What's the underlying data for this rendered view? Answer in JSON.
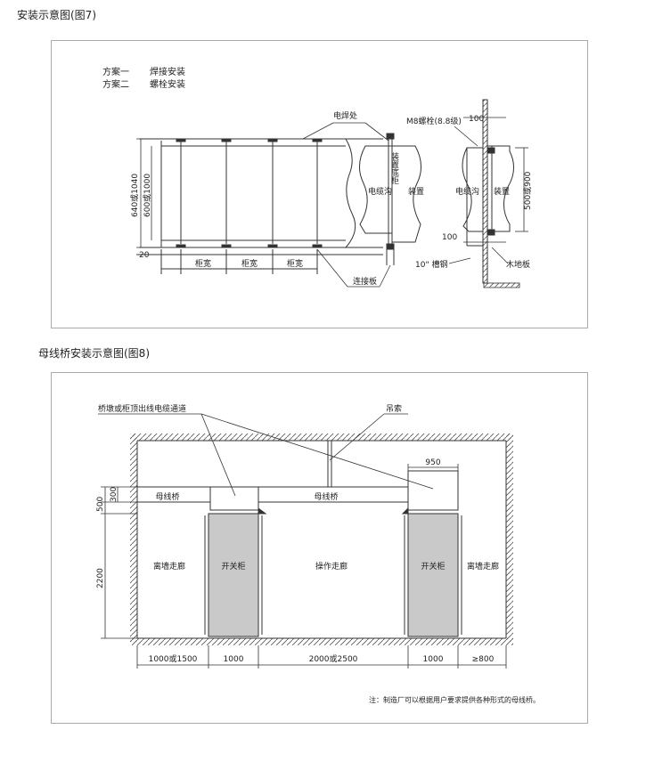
{
  "fig7": {
    "title": "安装示意图(图7)",
    "scheme1_label": "方案一",
    "scheme1_value": "焊接安装",
    "scheme2_label": "方案二",
    "scheme2_value": "螺栓安装",
    "weld_label": "电焊处",
    "bolt_label": "M8螺栓(8.8级)",
    "dim_100_top": "100",
    "dim_100_bottom": "100",
    "dim_height_outer": "640或1040",
    "dim_height_inner": "600或1000",
    "dim_20": "20",
    "cabinet_widths": [
      "柜宽",
      "柜宽",
      "柜宽"
    ],
    "connector_label": "连接板",
    "channel_steel_label": "10\" 槽钢",
    "trench_label_1": "电缆沟",
    "device_label_1": "装置",
    "lower_cabinet_label": "装置底柜",
    "trench_label_2": "电缆沟",
    "device_label_2": "装置",
    "dim_500": "500或900",
    "wood_board_label": "木地板"
  },
  "fig8": {
    "title": "母线桥安装示意图(图8)",
    "channel_label": "桥墩或柜顶出线电缆通道",
    "sling_label": "吊索",
    "dim_950": "950",
    "dim_500": "500",
    "dim_300": "300",
    "dim_2200": "2200",
    "busbar_left": "母线桥",
    "busbar_mid": "母线桥",
    "corridor_left": "离墙走廊",
    "switch_left": "开关柜",
    "operating_corridor": "操作走廊",
    "switch_right": "开关柜",
    "corridor_right": "离墙走廊",
    "bottom_dims": [
      "1000或1500",
      "1000",
      "2000或2500",
      "1000",
      "≥800"
    ],
    "note": "注：制造厂可以根据用户要求提供各种形式的母线桥。"
  }
}
